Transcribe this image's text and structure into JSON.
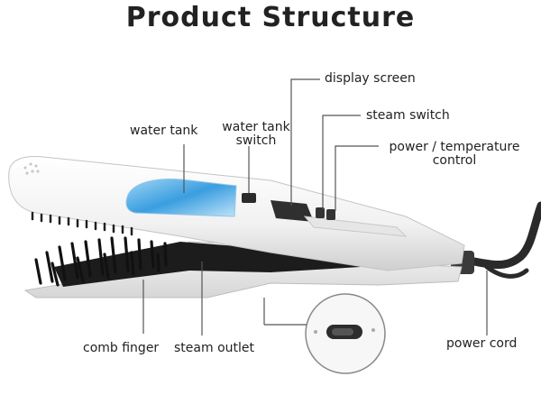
{
  "title": "Product Structure",
  "labels": {
    "display_screen": "display screen",
    "steam_switch": "steam switch",
    "water_tank": "water tank",
    "water_tank_switch_1": "water tank",
    "water_tank_switch_2": "switch",
    "power_temp_1": "power / temperature",
    "power_temp_2": "control",
    "comb_finger": "comb finger",
    "steam_outlet": "steam outlet",
    "power_cord": "power cord"
  },
  "colors": {
    "body": "#f4f4f4",
    "tank": "#5fb4e6",
    "comb": "#1c1c1c",
    "cord": "#2a2a2a",
    "leader": "#555555"
  }
}
